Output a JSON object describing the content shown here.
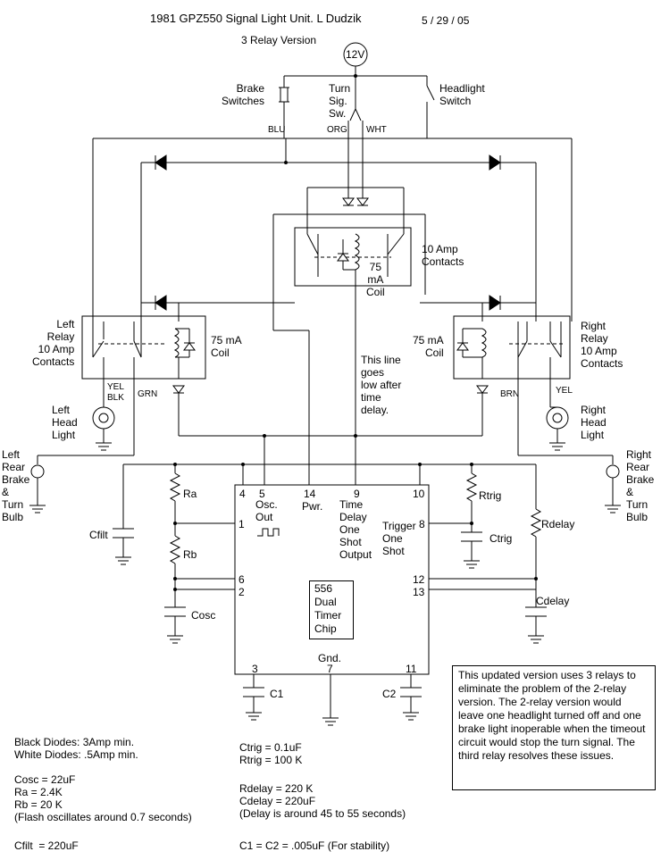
{
  "title": "1981 GPZ550 Signal Light Unit. L Dudzik",
  "date": "5 / 29 / 05",
  "subtitle": "3 Relay Version",
  "supply_label": "12V",
  "brake_switches": "Brake\nSwitches",
  "turn_switch": "Turn\nSig.\nSw.",
  "headlight_switch": "Headlight\nSwitch",
  "wire_blu": "BLU",
  "wire_org": "ORG",
  "wire_wht": "WHT",
  "center_relay_contacts": "10 Amp\nContacts",
  "center_relay_coil": "75\nmA\nCoil",
  "left_relay_label": "Left\nRelay\n10 Amp\nContacts",
  "left_coil_label": "75 mA\nCoil",
  "right_relay_label": "Right\nRelay\n10 Amp\nContacts",
  "right_coil_label": "75 mA\nCoil",
  "wire_yel": "YEL",
  "wire_blk": "BLK",
  "wire_grn": "GRN",
  "wire_brn": "BRN",
  "wire_yel_right": "YEL",
  "left_head_light": "Left\nHead\nLight",
  "right_head_light": "Right\nHead\nLight",
  "left_rear_bulb": "Left\nRear\nBrake\n&\nTurn\nBulb",
  "right_rear_bulb": "Right\nRear\nBrake\n&\nTurn\nBulb",
  "timeout_note": "This line\ngoes\nlow after\ntime\ndelay.",
  "pin_4": "4",
  "pin_5": "5",
  "pin_14": "14",
  "pin_9": "9",
  "pin_10": "10",
  "pin_1": "1",
  "pin_6": "6",
  "pin_2": "2",
  "pin_8": "8",
  "pin_12": "12",
  "pin_13": "13",
  "pin_3": "3",
  "pin_7": "7",
  "pin_11": "11",
  "osc_out": "Osc.\nOut",
  "pwr": "Pwr.",
  "time_delay_output": "Time\nDelay\nOne\nShot\nOutput",
  "trigger_one_shot": "Trigger\nOne\nShot",
  "gnd": "Gnd.",
  "chip_name": "556\nDual\nTimer\nChip",
  "ra": "Ra",
  "rb": "Rb",
  "cosc": "Cosc",
  "cfilt": "Cfilt",
  "rtrig": "Rtrig",
  "ctrig": "Ctrig",
  "rdelay": "Rdelay",
  "cdelay": "Cdelay",
  "c1": "C1",
  "c2": "C2",
  "description": "This updated version uses 3 relays to eliminate the problem of the 2-relay version. The 2-relay version would leave one headlight turned off and one brake light inoperable when the timeout circuit would stop the turn signal. The third relay resolves these issues.",
  "spec_diodes": "Black Diodes: 3Amp min.\nWhite Diodes: .5Amp min.",
  "spec_osc": "Cosc = 22uF\nRa = 2.4K\nRb = 20 K\n(Flash oscillates around 0.7 seconds)",
  "spec_cfilt": "Cfilt  = 220uF",
  "spec_trig": "Ctrig = 0.1uF\nRtrig = 100 K",
  "spec_delay": "Rdelay = 220 K\nCdelay = 220uF\n(Delay is around 45 to 55 seconds)",
  "spec_c1c2": "C1 = C2 = .005uF (For stability)"
}
